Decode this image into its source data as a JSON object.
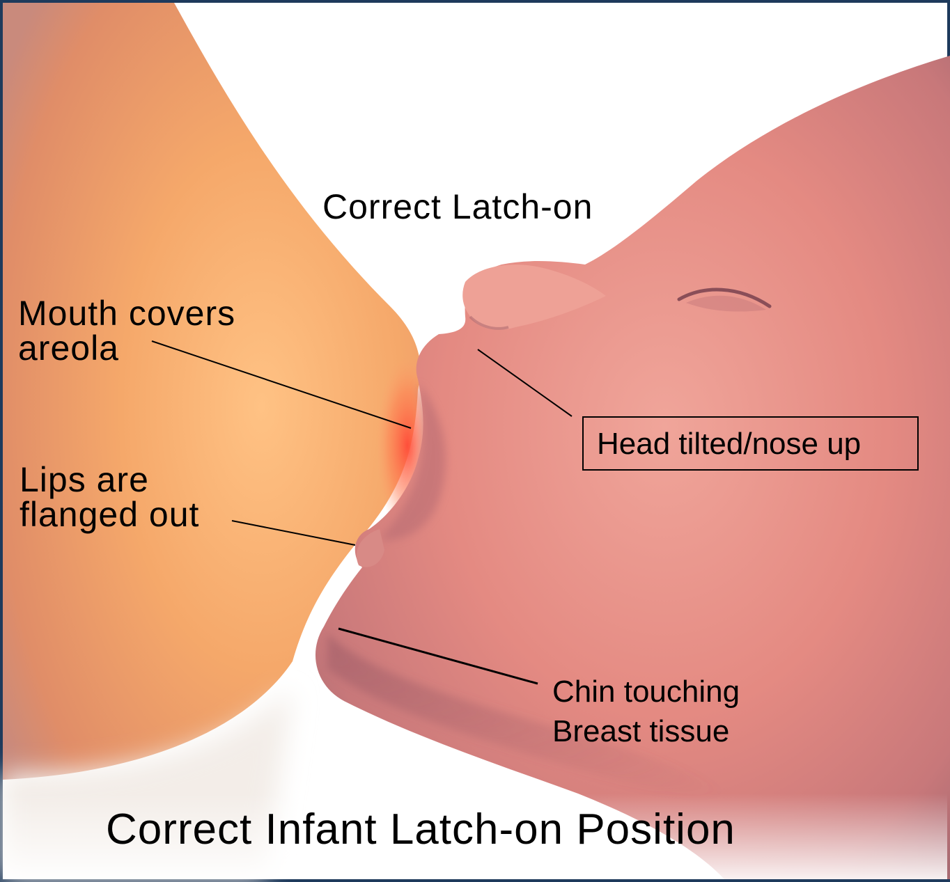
{
  "diagram": {
    "title": "Correct Latch-on",
    "caption": "Correct Infant Latch-on Position",
    "labels": {
      "mouth_covers_areola": {
        "line1": "Mouth covers",
        "line2": "areola"
      },
      "lips_flanged_out": {
        "line1": "Lips are",
        "line2": "flanged out"
      },
      "head_tilted": "Head tilted/nose up",
      "chin_touching": {
        "line1": "Chin touching",
        "line2": "Breast tissue"
      }
    }
  },
  "colors": {
    "frame": "#1e3a5c",
    "background": "#ffffff",
    "breast_skin": "#f5a86a",
    "areola": "#ff5a3c",
    "infant_skin": "#e48a82",
    "leader_line": "#000000"
  }
}
